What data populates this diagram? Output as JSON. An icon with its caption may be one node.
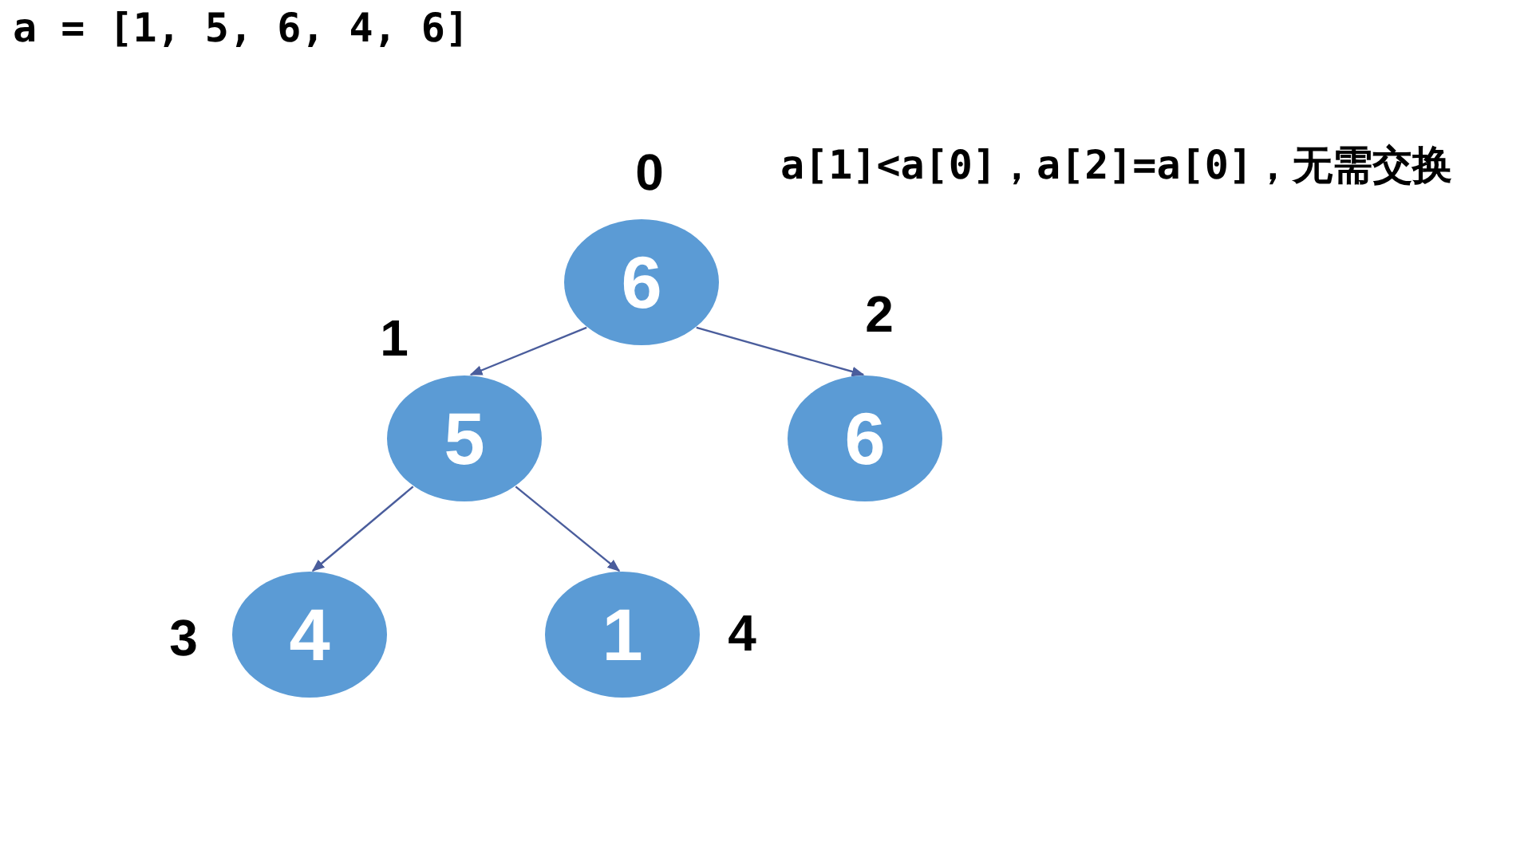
{
  "diagram": {
    "nodes": [
      {
        "text": [
          "6"
        ],
        "beside": [
          "0"
        ]
      },
      {
        "text": [
          "5"
        ],
        "beside": [
          "1"
        ]
      },
      {
        "text": [
          "6"
        ],
        "beside": [
          "2"
        ]
      },
      {
        "text": [
          "4"
        ],
        "beside": [
          "3"
        ]
      },
      {
        "text": [
          "1"
        ],
        "beside": [
          "4"
        ]
      }
    ],
    "edges": [
      {
        "from": 0,
        "to": 1,
        "arrow": "to"
      },
      {
        "from": 0,
        "to": 2,
        "arrow": "to"
      },
      {
        "from": 1,
        "to": 3,
        "arrow": "to"
      },
      {
        "from": 1,
        "to": 4,
        "arrow": "to"
      }
    ],
    "labels": [
      "a = [1, 5, 6, 4, 6]",
      "a[1]<a[0]，a[2]=a[0]，无需交换"
    ]
  }
}
